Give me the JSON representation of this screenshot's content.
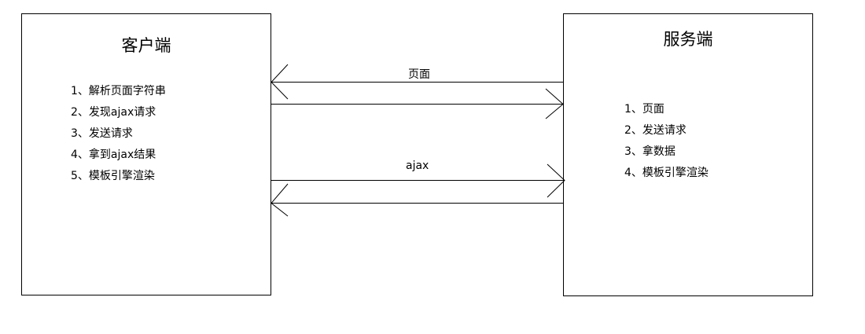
{
  "client": {
    "title": "客户端",
    "steps": [
      "1、解析页面字符串",
      "2、发现ajax请求",
      "3、发送请求",
      "4、拿到ajax结果",
      "5、模板引擎渲染"
    ]
  },
  "server": {
    "title": "服务端",
    "steps": [
      "1、页面",
      "2、发送请求",
      "3、拿数据",
      "4、模板引擎渲染"
    ]
  },
  "arrows": {
    "page_label": "页面",
    "ajax_label": "ajax"
  }
}
